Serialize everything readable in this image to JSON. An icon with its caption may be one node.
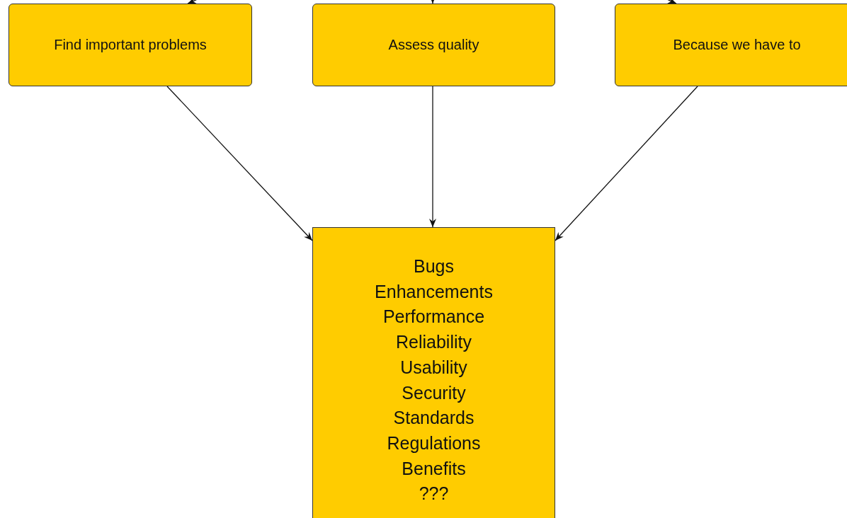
{
  "diagram": {
    "nodes": [
      {
        "text": [
          "Find important problems"
        ]
      },
      {
        "text": [
          "Assess quality"
        ]
      },
      {
        "text": [
          "Because we have to"
        ]
      },
      {
        "text": [
          "Bugs",
          "Enhancements",
          "Performance",
          "Reliability",
          "Usability",
          "Security",
          "Standards",
          "Regulations",
          "Benefits",
          "???"
        ]
      }
    ],
    "edges": [
      {
        "from": null,
        "to": 0,
        "arrow": "to"
      },
      {
        "from": null,
        "to": 1,
        "arrow": "to"
      },
      {
        "from": null,
        "to": 2,
        "arrow": "to"
      },
      {
        "from": 0,
        "to": 3,
        "arrow": "to"
      },
      {
        "from": 1,
        "to": 3,
        "arrow": "to"
      },
      {
        "from": 2,
        "to": 3,
        "arrow": "to"
      }
    ]
  }
}
